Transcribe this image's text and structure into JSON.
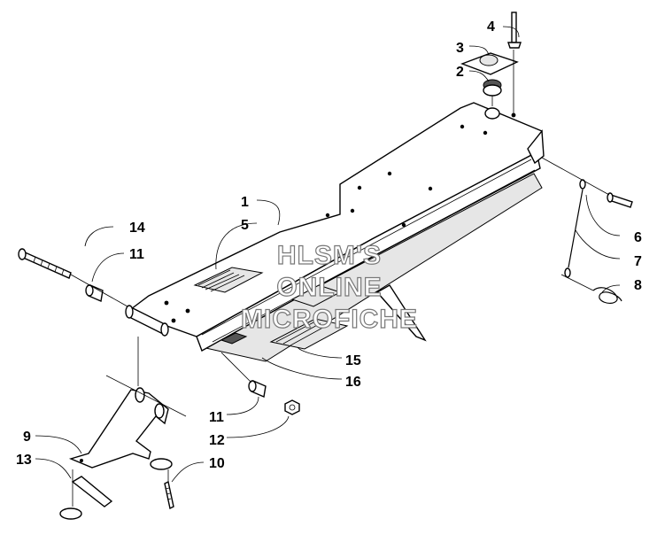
{
  "watermark": {
    "line1": "HLSM'S",
    "line2": "ONLINE",
    "line3": "MICROFICHE"
  },
  "callouts": {
    "c1": "1",
    "c2": "2",
    "c3": "3",
    "c4": "4",
    "c5": "5",
    "c6": "6",
    "c7": "7",
    "c8": "8",
    "c9": "9",
    "c10": "10",
    "c11a": "11",
    "c11b": "11",
    "c12": "12",
    "c13": "13",
    "c14": "14",
    "c15": "15",
    "c16": "16"
  }
}
